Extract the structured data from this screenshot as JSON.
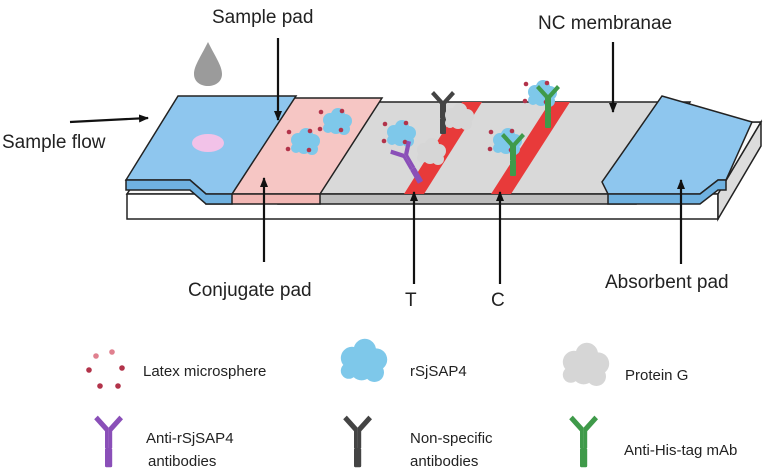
{
  "labels": {
    "sample_pad": "Sample pad",
    "nc_membrane": "NC membranae",
    "sample_flow": "Sample flow",
    "conjugate_pad": "Conjugate pad",
    "test_line": "T",
    "control_line": "C",
    "absorbent_pad": "Absorbent pad"
  },
  "legend": {
    "latex": "Latex microsphere",
    "rsjsap4": "rSjSAP4",
    "protein_g": "Protein G",
    "anti_rsjsap4_line1": "Anti-rSjSAP4",
    "anti_rsjsap4_line2": "antibodies",
    "nonspecific_line1": "Non-specific",
    "nonspecific_line2": "antibodies",
    "anti_his": "Anti-His-tag mAb"
  },
  "colors": {
    "sample_pad": "#8ec6ee",
    "conjugate_pad": "#f6c6c4",
    "nc_membrane": "#d9d9d9",
    "test_control_lines": "#e83a3a",
    "backing": "#eeeeee",
    "anti_rsjsap4_antibody": "#8a4fb8",
    "nonspecific_antibody": "#444444",
    "anti_his_antibody": "#3f9a4a",
    "latex_microsphere": "#b2334a",
    "rsjsap4": "#7ec8ea",
    "protein_g": "#cfcfcf"
  }
}
